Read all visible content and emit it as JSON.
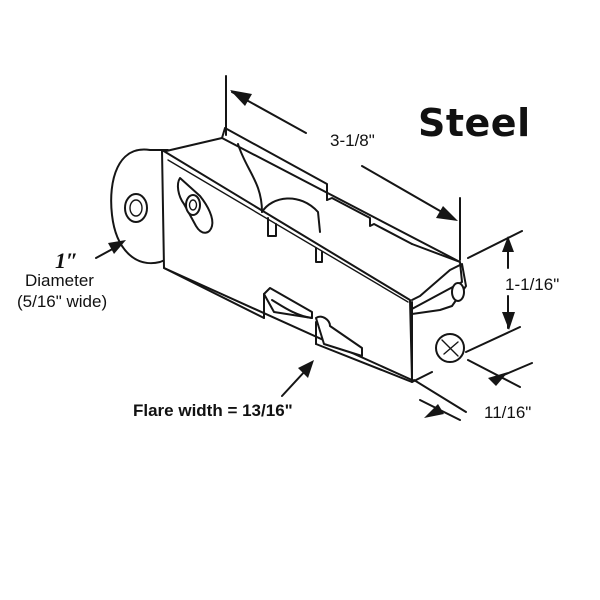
{
  "title": "Steel",
  "dimensions": {
    "length": "3-1/8\"",
    "height": "1-1/16\"",
    "depth": "11/16\""
  },
  "wheel": {
    "size": "1″",
    "label": "Diameter",
    "width": "(5/16\" wide)"
  },
  "flare": {
    "label": "Flare width = 13/16\""
  },
  "colors": {
    "line": "#151515",
    "background": "#ffffff"
  }
}
